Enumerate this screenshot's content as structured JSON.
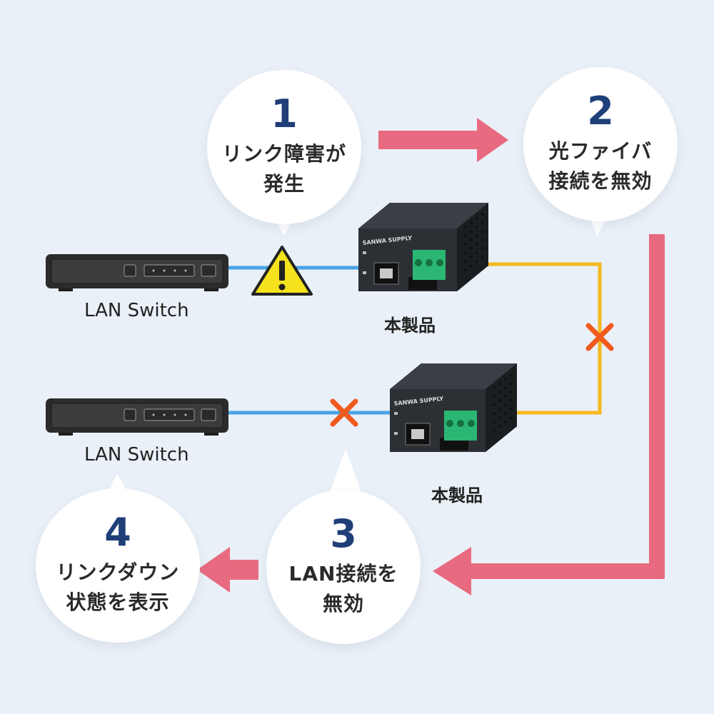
{
  "steps": {
    "step1": {
      "number": "1",
      "text": "リンク障害が\n発生"
    },
    "step2": {
      "number": "2",
      "text": "光ファイバ\n接続を無効"
    },
    "step3": {
      "number": "3",
      "text": "LAN接続を\n無効"
    },
    "step4": {
      "number": "4",
      "text": "リンクダウン\n状態を表示"
    }
  },
  "devices": {
    "switch_top_label": "LAN Switch",
    "switch_bottom_label": "LAN Switch",
    "product_top_label": "本製品",
    "product_bottom_label": "本製品",
    "brand_text": "SANWA SUPPLY"
  },
  "colors": {
    "background": "#eaf0f7",
    "arrow": "#e86a80",
    "lan_cable": "#4aa3e6",
    "fiber_cable": "#f6b91e",
    "cross_mark": "#f05a1e",
    "warning": "#f4e21c",
    "number_text": "#1f3f78"
  },
  "icons": [
    "warning-icon",
    "cross-mark-icon",
    "arrow-right-icon",
    "arrow-left-icon"
  ]
}
